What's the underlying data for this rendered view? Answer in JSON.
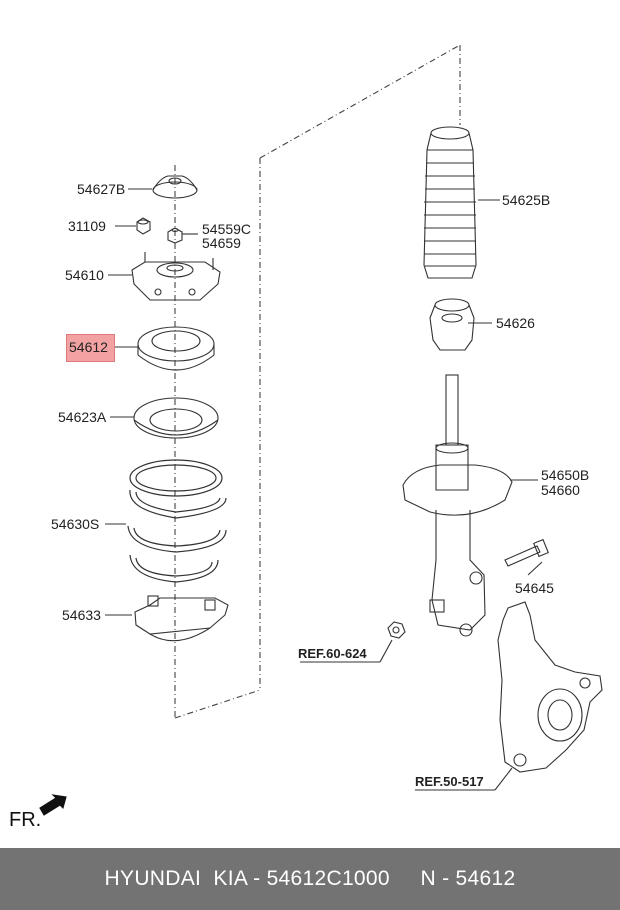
{
  "labels": {
    "p54627B": "54627B",
    "p31109": "31109",
    "p54559C": "54559C",
    "p54659": "54659",
    "p54610": "54610",
    "p54612": "54612",
    "p54623A": "54623A",
    "p54630S": "54630S",
    "p54633": "54633",
    "p54625B": "54625B",
    "p54626": "54626",
    "p54650B": "54650B",
    "p54660": "54660",
    "p54645": "54645"
  },
  "refs": {
    "r60": "REF.60-624",
    "r50": "REF.50-517"
  },
  "direction": "FR.",
  "footer": "HYUNDAI  KIA - 54612C1000     N - 54612",
  "highlight_color": "#f2a2a3"
}
